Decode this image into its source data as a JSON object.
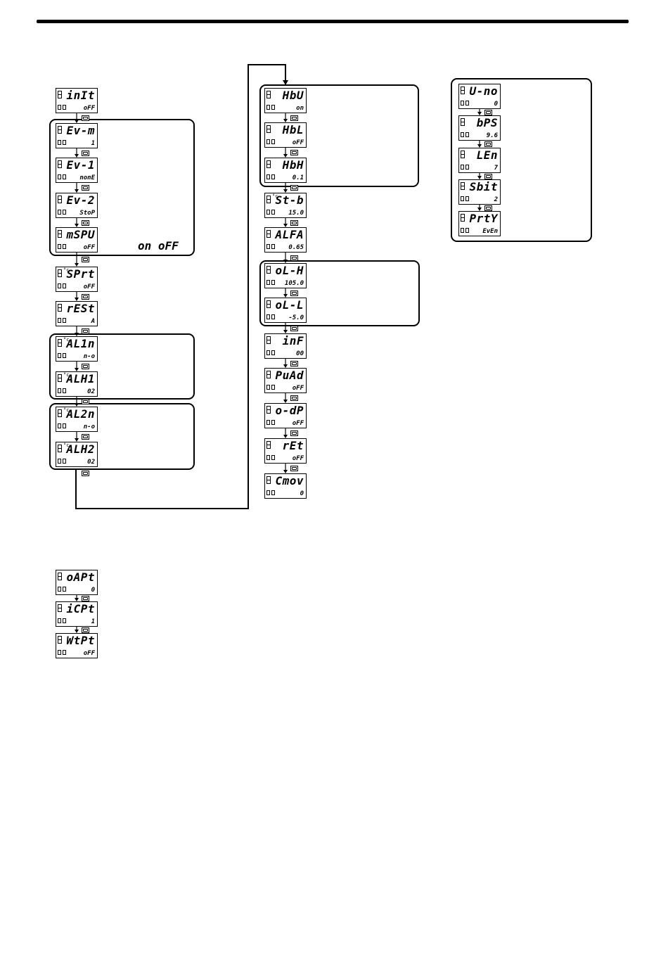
{
  "columns": [
    {
      "name": "col-1",
      "displays": [
        {
          "id": "init",
          "pv": "inIt",
          "sv": "oFF",
          "deg": false
        },
        {
          "id": "ev-m",
          "pv": "Ev-m",
          "sv": "1",
          "deg": false
        },
        {
          "id": "ev-1",
          "pv": "Ev-1",
          "sv": "nonE",
          "deg": false
        },
        {
          "id": "ev-2",
          "pv": "Ev-2",
          "sv": "StoP",
          "deg": false
        },
        {
          "id": "mspu",
          "pv": "mSPU",
          "sv": "oFF",
          "deg": false
        },
        {
          "id": "sprt",
          "pv": "SPrt",
          "sv": "oFF",
          "deg": true
        },
        {
          "id": "rest",
          "pv": "rESt",
          "sv": "A",
          "deg": false
        },
        {
          "id": "al1n",
          "pv": "AL1n",
          "sv": "n-o",
          "deg": true
        },
        {
          "id": "alh1",
          "pv": "ALH1",
          "sv": "02",
          "deg": true
        },
        {
          "id": "al2n",
          "pv": "AL2n",
          "sv": "n-o",
          "deg": true
        },
        {
          "id": "alh2",
          "pv": "ALH2",
          "sv": "02",
          "deg": true
        }
      ]
    },
    {
      "name": "col-2",
      "displays": [
        {
          "id": "hbu",
          "pv": "HbU",
          "sv": "on",
          "deg": false
        },
        {
          "id": "hbl",
          "pv": "HbL",
          "sv": "oFF",
          "deg": false
        },
        {
          "id": "hbh",
          "pv": "HbH",
          "sv": "0.1",
          "deg": false
        },
        {
          "id": "st-b",
          "pv": "St-b",
          "sv": "15.0",
          "deg": true
        },
        {
          "id": "alfa",
          "pv": "ALFA",
          "sv": "0.65",
          "deg": false
        },
        {
          "id": "ol-h",
          "pv": "oL-H",
          "sv": "105.0",
          "deg": false
        },
        {
          "id": "ol-l",
          "pv": "oL-L",
          "sv": "-5.0",
          "deg": false
        },
        {
          "id": "inf",
          "pv": "inF",
          "sv": "00",
          "deg": false
        },
        {
          "id": "puad",
          "pv": "PuAd",
          "sv": "oFF",
          "deg": false
        },
        {
          "id": "o-dp",
          "pv": "o-dP",
          "sv": "oFF",
          "deg": false
        },
        {
          "id": "ret",
          "pv": "rEt",
          "sv": "oFF",
          "deg": false
        },
        {
          "id": "cmov",
          "pv": "Cmov",
          "sv": "0",
          "deg": false
        }
      ]
    },
    {
      "name": "col-3",
      "displays": [
        {
          "id": "u-no",
          "pv": "U-no",
          "sv": "0",
          "deg": false
        },
        {
          "id": "bps",
          "pv": "bPS",
          "sv": "9.6",
          "deg": false
        },
        {
          "id": "len",
          "pv": "LEn",
          "sv": "7",
          "deg": false
        },
        {
          "id": "sbit",
          "pv": "Sbit",
          "sv": "2",
          "deg": false
        },
        {
          "id": "prty",
          "pv": "PrtY",
          "sv": "EvEn",
          "deg": false
        }
      ]
    },
    {
      "name": "col-4",
      "displays": [
        {
          "id": "oapt",
          "pv": "oAPt",
          "sv": "0",
          "deg": false
        },
        {
          "id": "icpt",
          "pv": "iCPt",
          "sv": "1",
          "deg": false
        },
        {
          "id": "wtpt",
          "pv": "WtPt",
          "sv": "oFF",
          "deg": false
        }
      ]
    }
  ],
  "notes": {
    "on_off": "on oFF"
  }
}
